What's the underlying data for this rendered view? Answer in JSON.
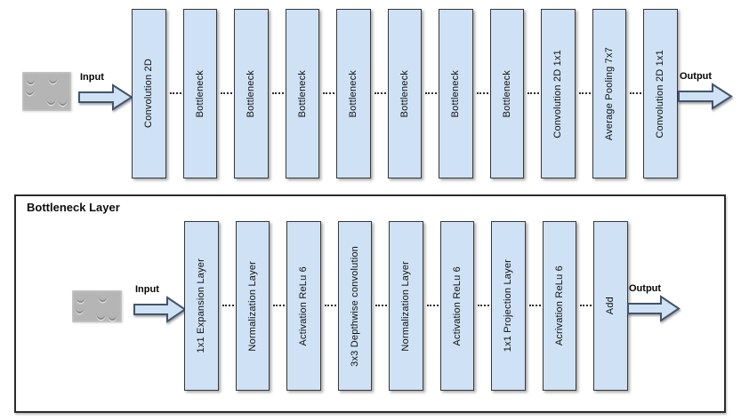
{
  "top_row": {
    "input_label": "Input",
    "output_label": "Output",
    "boxes": [
      "Convolution 2D",
      "Bottleneck",
      "Bottleneck",
      "Bottleneck",
      "Bottleneck",
      "Bottleneck",
      "Bottleneck",
      "Bottleneck",
      "Convolution 2D 1x1",
      "Average Pooling 7x7",
      "Convolution 2D 1x1"
    ]
  },
  "bottleneck_detail": {
    "title": "Bottleneck Layer",
    "input_label": "Input",
    "output_label": "Output",
    "boxes": [
      "1x1 Expansion Layer",
      "Normalization Layer",
      "Activation ReLu 6",
      "3x3 Depthwise convolution",
      "Normalization Layer",
      "Activation ReLu 6",
      "1x1 Projection Layer",
      "Acrivation ReLu 6",
      "Add"
    ]
  },
  "colors": {
    "box_fill": "#cfe2f5",
    "box_border": "#383838",
    "arrow_fill": "#cfe2f5",
    "arrow_border": "#42546a",
    "frame_border": "#2b2b2b",
    "photo_fill": "#b5b5b5"
  }
}
